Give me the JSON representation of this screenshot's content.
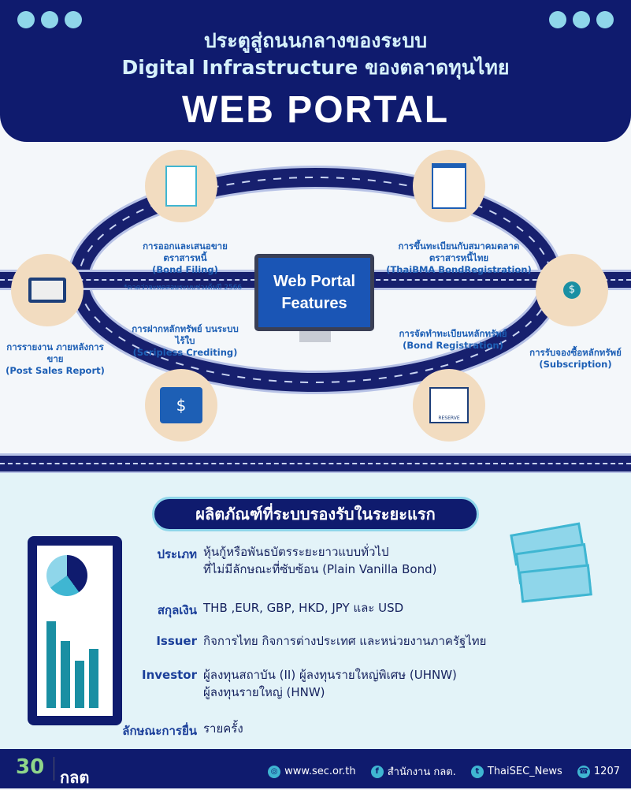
{
  "header": {
    "title_line1": "ประตูสู่ถนนกลางของระบบ",
    "title_line2": "Digital Infrastructure ของตลาดทุนไทย",
    "title_main": "WEB PORTAL"
  },
  "center": {
    "line1": "Web Portal",
    "line2": "Features"
  },
  "features": [
    {
      "th": "การออกและเสนอขาย ตราสารหนี้",
      "en": "(Bond Filing)",
      "note": "*คาดว่าจะทดสอบระบบช่วงต้นปี 2566"
    },
    {
      "th": "การขึ้นทะเบียนกับสมาคมตลาด ตราสารหนี้ไทย",
      "en": "(ThaiBMA BondRegistration)"
    },
    {
      "th": "การรายงาน ภายหลังการขาย",
      "en": "(Post Sales Report)"
    },
    {
      "th": "การรับจองซื้อหลักทรัพย์",
      "en": "(Subscription)"
    },
    {
      "th": "การฝากหลักทรัพย์ บนระบบไร้ใบ",
      "en": "(Scripless Crediting)"
    },
    {
      "th": "การจัดทำทะเบียนหลักทรัพย์",
      "en": "(Bond Registration)"
    }
  ],
  "products": {
    "title": "ผลิตภัณฑ์ที่ระบบรองรับในระยะแรก",
    "rows": [
      {
        "label": "ประเภท",
        "value1": "หุ้นกู้หรือพันธบัตรระยะยาวแบบทั่วไป",
        "value2": "ที่ไม่มีลักษณะที่ซับซ้อน (Plain Vanilla Bond)"
      },
      {
        "label": "สกุลเงิน",
        "value1": "THB ,EUR, GBP, HKD, JPY และ USD"
      },
      {
        "label": "Issuer",
        "value1": "กิจการไทย กิจการต่างประเทศ และหน่วยงานภาครัฐไทย"
      },
      {
        "label": "Investor",
        "value1": "ผู้ลงทุนสถาบัน (II) ผู้ลงทุนรายใหญ่พิเศษ (UHNW)",
        "value2": "ผู้ลงทุนรายใหญ่ (HNW)"
      },
      {
        "label": "ลักษณะการยื่น",
        "value1": "รายครั้ง"
      }
    ]
  },
  "footer": {
    "logo_text": "กลต",
    "anniv": "30",
    "website": "www.sec.or.th",
    "facebook": "สำนักงาน กลต.",
    "twitter": "ThaiSEC_News",
    "phone": "1207",
    "reserve": "RESERVE"
  },
  "colors": {
    "navy": "#0f1b6e",
    "accent": "#8fd6ea",
    "label_blue": "#1d5fb5",
    "tan": "#f2dcc0"
  }
}
